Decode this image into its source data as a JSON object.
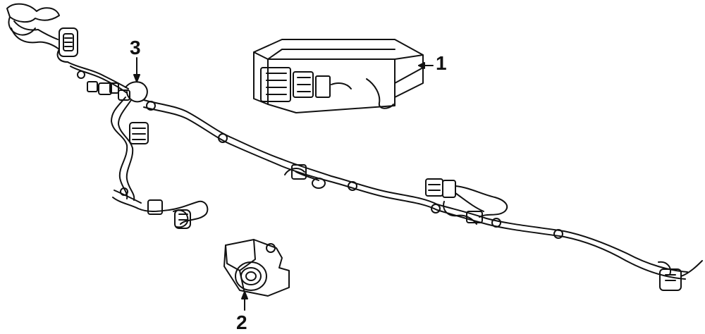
{
  "callouts": [
    {
      "id": "1",
      "label": "1"
    },
    {
      "id": "2",
      "label": "2"
    },
    {
      "id": "3",
      "label": "3"
    }
  ],
  "colors": {
    "stroke": "#111111",
    "background": "#ffffff"
  }
}
